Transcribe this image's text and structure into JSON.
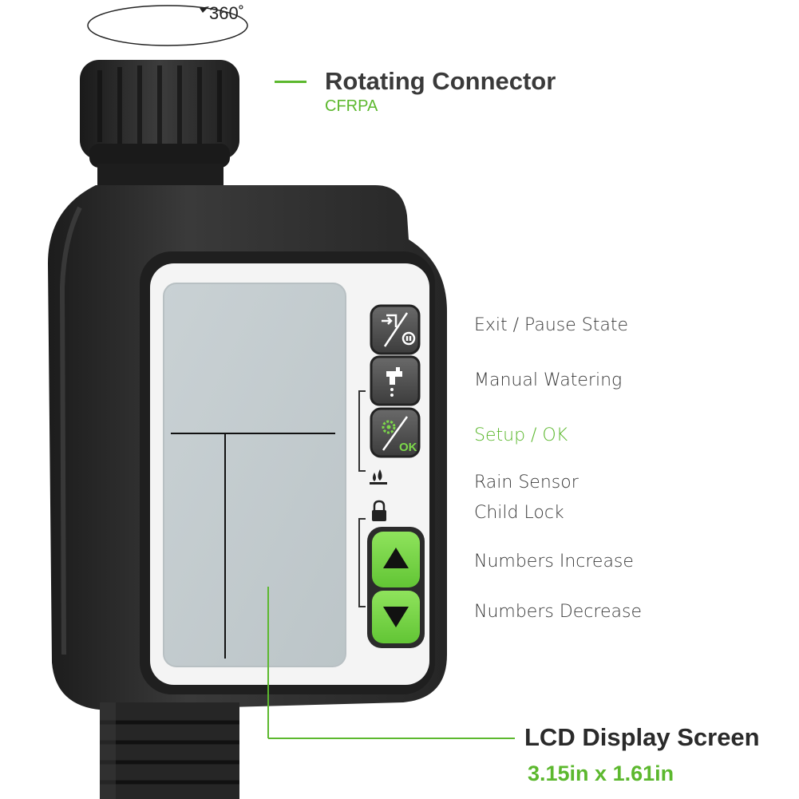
{
  "rotation": {
    "label": "360˚"
  },
  "connector": {
    "title": "Rotating Connector",
    "subtitle": "CFRPA"
  },
  "buttons": [
    {
      "label": "Exit / Pause State",
      "icon": "exit-pause-icon"
    },
    {
      "label": "Manual Watering",
      "icon": "faucet-icon"
    },
    {
      "label": "Setup / OK",
      "icon": "gear-ok-icon",
      "highlight": true
    },
    {
      "label": "Rain Sensor",
      "icon": "rain-drop-icon"
    },
    {
      "label": "Child Lock",
      "icon": "lock-icon"
    },
    {
      "label": "Numbers Increase",
      "icon": "arrow-up-icon"
    },
    {
      "label": "Numbers Decrease",
      "icon": "arrow-down-icon"
    }
  ],
  "lcd": {
    "title": "LCD Display Screen",
    "size": "3.15in x 1.61in"
  },
  "colors": {
    "accent": "#5cb82e",
    "button_green": "#7cd84a",
    "body": "#2b2b2b",
    "lcd": "#c5cdd0"
  }
}
